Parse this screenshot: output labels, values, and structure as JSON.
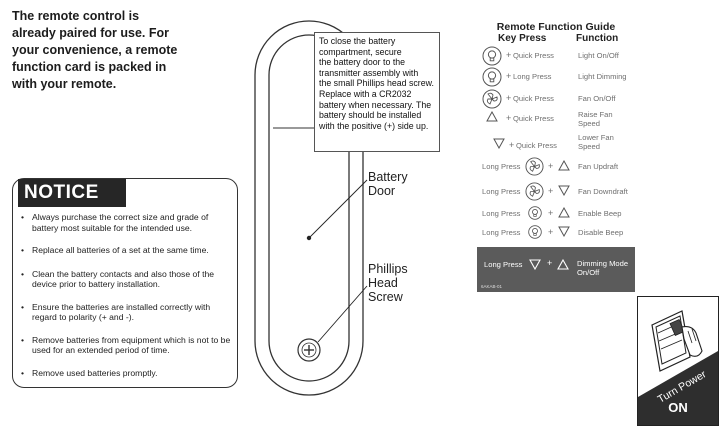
{
  "intro": {
    "lines": [
      "The remote control is",
      "already paired for use. For",
      "your convenience, a remote",
      "function card is packed in",
      "with your remote."
    ]
  },
  "notice": {
    "title": "NOTICE",
    "items": [
      "Always purchase the correct size and grade of battery most suitable for the intended use.",
      "Replace all batteries of a set at the same time.",
      "Clean the battery contacts and also those of the device prior to battery installation.",
      "Ensure the batteries are installed correctly with regard to polarity (+ and -).",
      "Remove batteries from equipment which is not to be used for an extended period of time.",
      "Remove used batteries promptly."
    ]
  },
  "callout": {
    "lines": [
      "To close the battery",
      "compartment, secure",
      "the battery door to the",
      "transmitter assembly with",
      "the small Phillips head screw.",
      "Replace with a CR2032",
      "battery when necessary. The",
      "battery should be installed",
      "with the positive (+) side up."
    ]
  },
  "labels": {
    "battery_door": [
      "Battery",
      "Door"
    ],
    "phillips": [
      "Phillips",
      "Head",
      "Screw"
    ]
  },
  "guide": {
    "title": "Remote Function Guide",
    "col_key": "Key Press",
    "col_function": "Function",
    "rows": [
      {
        "press": "",
        "icon": "bulb-icon",
        "plus": "+",
        "action": "Quick Press",
        "function": [
          "Light On/Off"
        ]
      },
      {
        "press": "",
        "icon": "bulb-icon",
        "plus": "+",
        "action": "Long Press",
        "function": [
          "Light Dimming"
        ]
      },
      {
        "press": "",
        "icon": "fan-icon",
        "plus": "+",
        "action": "Quick Press",
        "function": [
          "Fan On/Off"
        ]
      },
      {
        "press": "",
        "icon": "triangle-up-icon",
        "plus": "+",
        "action": "Quick Press",
        "function": [
          "Raise Fan",
          "Speed"
        ]
      },
      {
        "press": "",
        "icon": "triangle-down-icon",
        "plus": "+",
        "action": "Quick Press",
        "function": [
          "Lower Fan",
          "Speed"
        ]
      },
      {
        "press": "Long Press",
        "icon": "fan-icon",
        "icon2": "triangle-up-icon",
        "plus": "+",
        "function": [
          "Fan Updraft"
        ]
      },
      {
        "press": "Long Press",
        "icon": "fan-icon",
        "icon2": "triangle-down-icon",
        "plus": "+",
        "function": [
          "Fan Downdraft"
        ]
      },
      {
        "press": "Long Press",
        "icon": "bulb-icon",
        "icon2": "triangle-up-icon",
        "plus": "+",
        "function": [
          "Enable Beep"
        ]
      },
      {
        "press": "Long Press",
        "icon": "bulb-icon",
        "icon2": "triangle-down-icon",
        "plus": "+",
        "function": [
          "Disable Beep"
        ]
      }
    ],
    "dim_row": {
      "press": "Long Press",
      "plus": "+",
      "function": [
        "Dimming Mode",
        "On/Off"
      ],
      "code": "6AKAB-01"
    }
  },
  "power_card": {
    "line1": "Turn Power",
    "line2": "ON"
  },
  "colors": {
    "notice_bg": "#262626",
    "dim_row_bg": "#5b5b5b",
    "card_band": "#2e2e2e"
  }
}
